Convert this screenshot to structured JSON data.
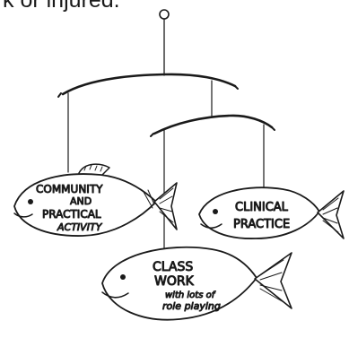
{
  "top_text": "k or injured.",
  "fish": {
    "community": {
      "lines": [
        "COMMUNITY",
        "AND",
        "PRACTICAL",
        "ACTIVITY"
      ]
    },
    "clinical": {
      "lines": [
        "CLINICAL",
        "PRACTICE"
      ]
    },
    "classwork": {
      "lines": [
        "CLASS",
        "WORK",
        "with lots of",
        "role playing"
      ]
    }
  }
}
